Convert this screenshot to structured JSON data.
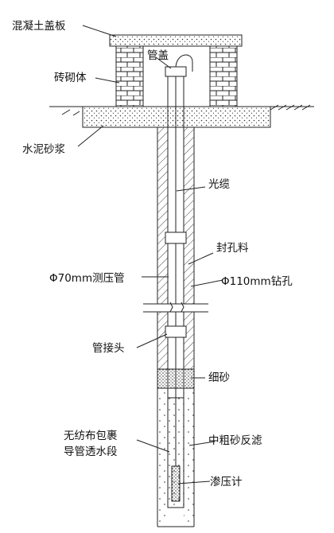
{
  "labels": {
    "cover_slab": "混凝土盖板",
    "pipe_cap": "管盖",
    "brick_masonry": "砖砌体",
    "cement_mortar": "水泥砂浆",
    "fiber_cable": "光缆",
    "sealing_material": "封孔料",
    "pressure_pipe": "Φ70mm测压管",
    "borehole": "Φ110mm钻孔",
    "pipe_joint": "管接头",
    "fine_sand": "细砂",
    "geotextile_line1": "无纺布包裹",
    "geotextile_line2": "导管透水段",
    "coarse_sand_filter": "中粗砂反滤",
    "piezometer": "渗压计"
  },
  "colors": {
    "line": "#222222",
    "hatch": "#444444",
    "mortar_dots": "#333333",
    "brick_fill": "#ffffff",
    "background": "#ffffff"
  }
}
